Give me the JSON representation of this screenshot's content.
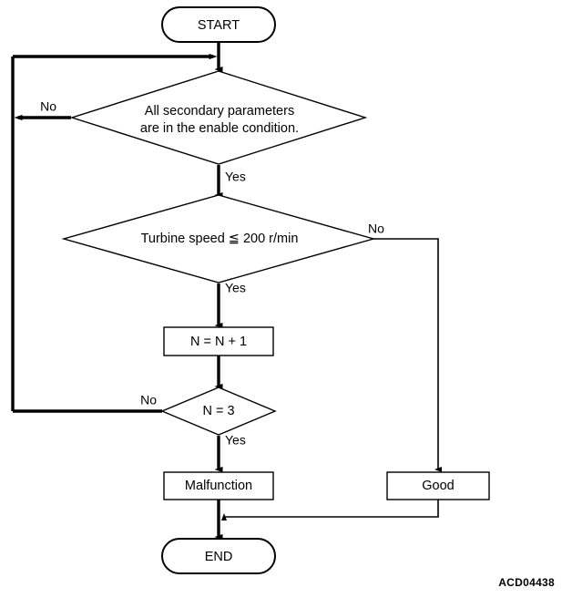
{
  "diagram": {
    "type": "flowchart",
    "reference_code": "ACD04438",
    "colors": {
      "background": "#ffffff",
      "stroke": "#000000",
      "text": "#000000"
    },
    "nodes": {
      "start": {
        "label": "START",
        "shape": "terminator"
      },
      "decision_secondary_parameters": {
        "shape": "decision",
        "line1": "All secondary parameters",
        "line2": "are in the enable condition."
      },
      "decision_turbine_speed": {
        "shape": "decision",
        "label": "Turbine speed ≦ 200 r/min"
      },
      "process_counter": {
        "shape": "process",
        "label": "N = N + 1"
      },
      "decision_counter": {
        "shape": "decision",
        "label": "N = 3"
      },
      "result_malfunction": {
        "shape": "process",
        "label": "Malfunction"
      },
      "result_good": {
        "shape": "process",
        "label": "Good"
      },
      "end": {
        "label": "END",
        "shape": "terminator"
      }
    },
    "edge_labels": {
      "secondary_no": "No",
      "secondary_yes": "Yes",
      "turbine_no": "No",
      "turbine_yes": "Yes",
      "counter_no": "No",
      "counter_yes": "Yes"
    }
  }
}
